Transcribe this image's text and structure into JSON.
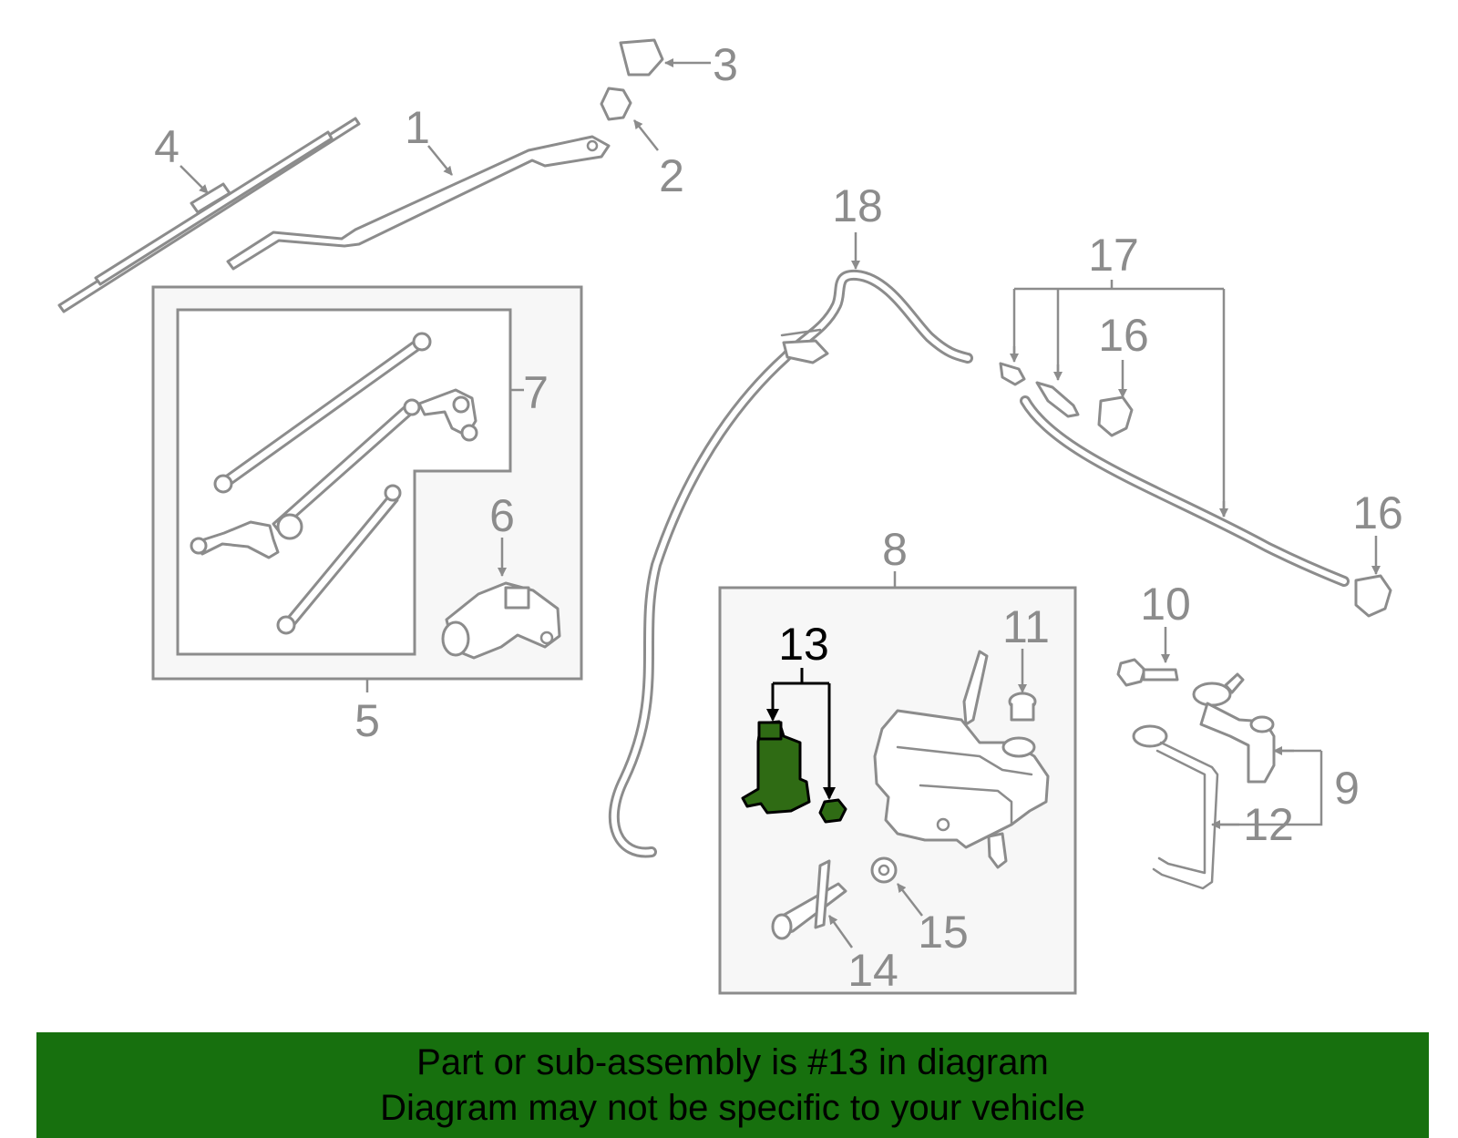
{
  "diagram": {
    "highlight_color": "#2f6b14",
    "callouts": {
      "c1": "1",
      "c2": "2",
      "c3": "3",
      "c4": "4",
      "c5": "5",
      "c6": "6",
      "c7": "7",
      "c8": "8",
      "c9": "9",
      "c10": "10",
      "c11": "11",
      "c12": "12",
      "c13": "13",
      "c14": "14",
      "c15": "15",
      "c16a": "16",
      "c16b": "16",
      "c17": "17",
      "c18": "18"
    }
  },
  "footer": {
    "background": "#17700e",
    "line1": "Part or sub-assembly is #13 in diagram",
    "line2": "Diagram may not be specific to your vehicle"
  }
}
